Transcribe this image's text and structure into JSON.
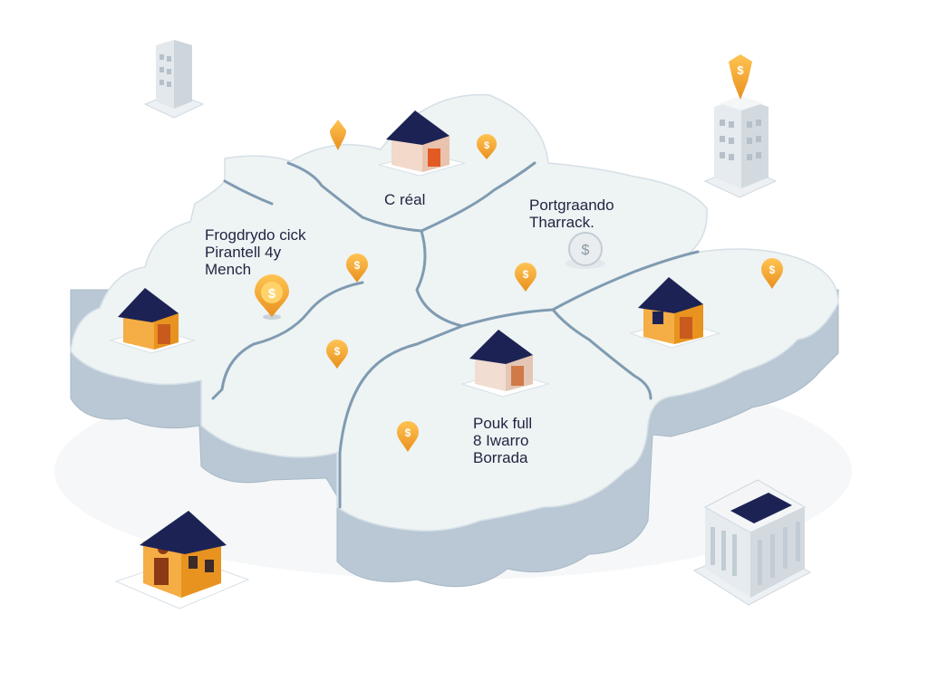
{
  "scene": {
    "colors": {
      "background": "#ffffff",
      "land_top": "#eef3f4",
      "land_side": "#b7c6d2",
      "border": "#7f9bb1",
      "roof": "#1c2354",
      "house_wall": "#f3a73a",
      "pin": "#f1a32b"
    },
    "icons": [
      "house-icon",
      "dollar-pin-icon",
      "office-tower-icon",
      "bank-building-icon",
      "coin-icon"
    ]
  },
  "regions": [
    {
      "id": "northwest",
      "lines": [
        "Frogdrydo cick",
        "Pirantell 4y",
        "Mench"
      ]
    },
    {
      "id": "north",
      "lines": [
        "C réal"
      ]
    },
    {
      "id": "northeast",
      "lines": [
        "Portgraando",
        "Tharrack."
      ]
    },
    {
      "id": "south",
      "lines": [
        "Pouk full",
        "8 Iwarro",
        "Borrada"
      ]
    }
  ]
}
